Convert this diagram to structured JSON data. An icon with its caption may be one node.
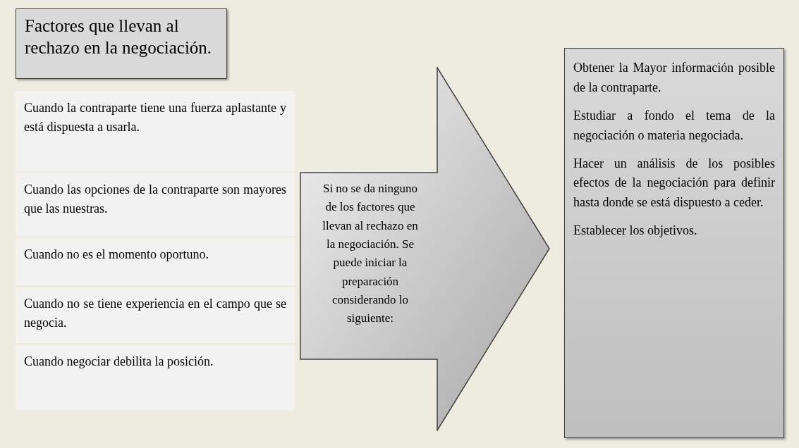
{
  "diagram": {
    "nodes": [
      {
        "text": [
          "Factores que llevan al rechazo en la negociación."
        ]
      },
      {
        "text": [
          "Cuando la contraparte tiene una fuerza aplastante y está dispuesta a usarla."
        ]
      },
      {
        "text": [
          "Cuando las opciones de la contraparte son mayores que las nuestras."
        ]
      },
      {
        "text": [
          "Cuando no es el momento oportuno."
        ]
      },
      {
        "text": [
          "Cuando no se tiene experiencia en el campo que se negocia."
        ]
      },
      {
        "text": [
          "Cuando negociar debilita la posición."
        ]
      },
      {
        "text": [
          "Si no se da ninguno de los factores que llevan al rechazo en la negociación. Se puede iniciar la preparación considerando lo siguiente:"
        ]
      },
      {
        "text": [
          "Obtener la Mayor información posible de la contraparte.",
          "Estudiar a fondo el tema de la negociación o materia negociada.",
          "Hacer un análisis de los posibles efectos de la negociación para definir hasta donde se está dispuesto a ceder.",
          "Establecer los objetivos."
        ]
      }
    ]
  }
}
